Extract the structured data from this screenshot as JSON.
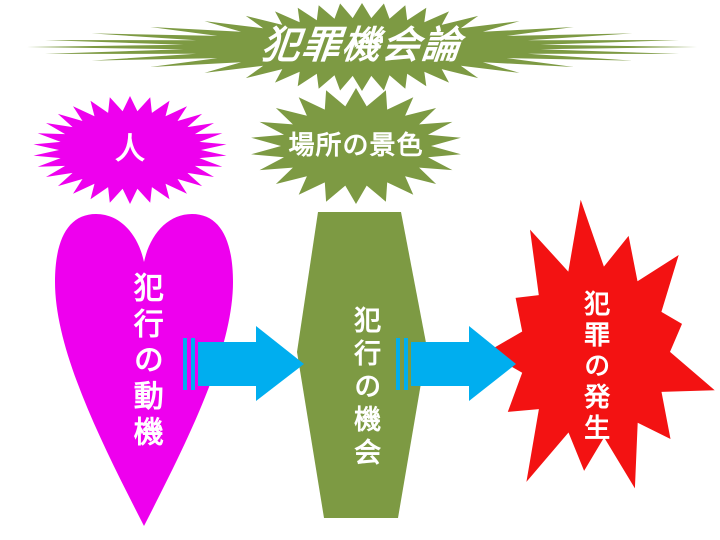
{
  "banner": {
    "title": "犯罪機会論"
  },
  "factors": {
    "person": "人",
    "place": "場所の景色"
  },
  "stages": {
    "motive": "犯行の動機",
    "opportunity": "犯行の機会",
    "occurrence": "犯罪の発生"
  },
  "colors": {
    "green": "#7d9a43",
    "magenta": "#ee00ee",
    "red": "#f31212",
    "cyan": "#00aeef",
    "text": "#ffffff"
  }
}
